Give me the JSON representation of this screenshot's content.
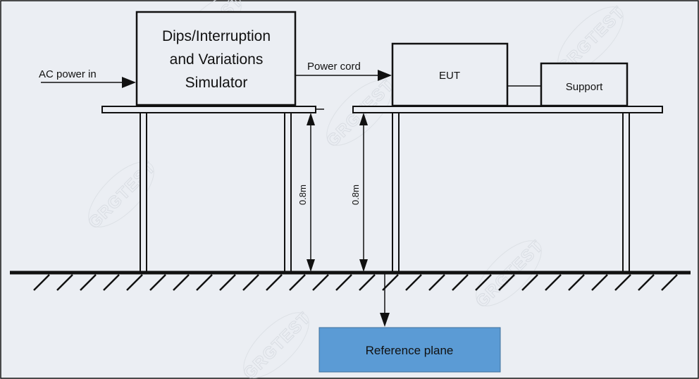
{
  "simulator": {
    "line1": "Dips/Interruption",
    "line2": "and Variations",
    "line3": "Simulator"
  },
  "labels": {
    "ac_power_in": "AC power in",
    "power_cord": "Power cord",
    "eut": "EUT",
    "support": "Support",
    "height_left": "0.8m",
    "height_right": "0.8m",
    "reference_plane": "Reference plane"
  },
  "watermark": {
    "text": "GRGTEST"
  },
  "colors": {
    "background": "#ebeef3",
    "line": "#111111",
    "reference_plane_fill": "#5b9bd5",
    "reference_plane_border": "#41719c"
  }
}
